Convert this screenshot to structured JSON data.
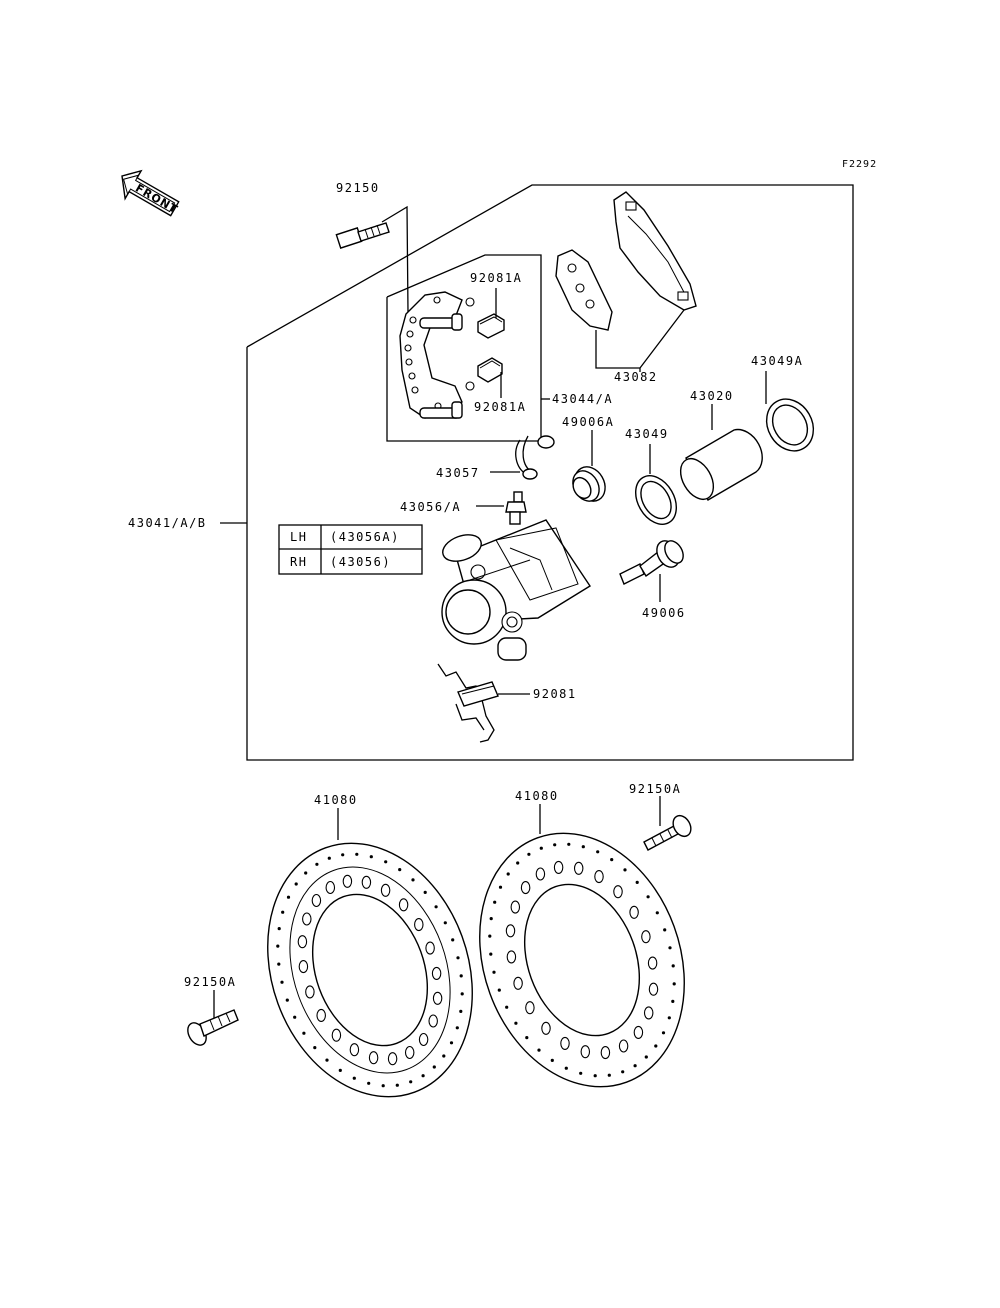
{
  "figure_code": "F2292",
  "front_label": "FRONT",
  "parts": {
    "p92150": "92150",
    "p92081A_top": "92081A",
    "p92081A_bottom": "92081A",
    "p43044": "43044/A",
    "p43082": "43082",
    "p43049A": "43049A",
    "p43020": "43020",
    "p49006A": "49006A",
    "p43049": "43049",
    "p43057": "43057",
    "p43056": "43056/A",
    "p43041": "43041/A/B",
    "p49006": "49006",
    "p92081": "92081",
    "p41080_left": "41080",
    "p41080_right": "41080",
    "p92150A_right": "92150A",
    "p92150A_left": "92150A"
  },
  "variant_table": {
    "rows": [
      {
        "side": "LH",
        "part": "(43056A)"
      },
      {
        "side": "RH",
        "part": "(43056)"
      }
    ]
  }
}
